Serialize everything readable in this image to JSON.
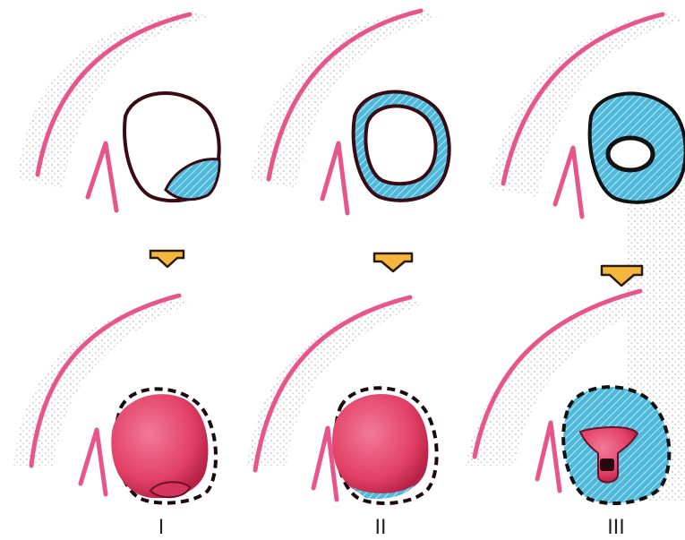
{
  "figure": {
    "panel_labels": [
      "I",
      "II",
      "III"
    ],
    "colors": {
      "skin_line": "#e8558a",
      "tumor_fill": "#e6496e",
      "hatch_blue": "#4fb9db",
      "outline_dark": "#3a0a14",
      "arrow": "#f4b73c",
      "noise": "#c8c8c8"
    },
    "icons": [
      "down-arrow-icon"
    ]
  }
}
